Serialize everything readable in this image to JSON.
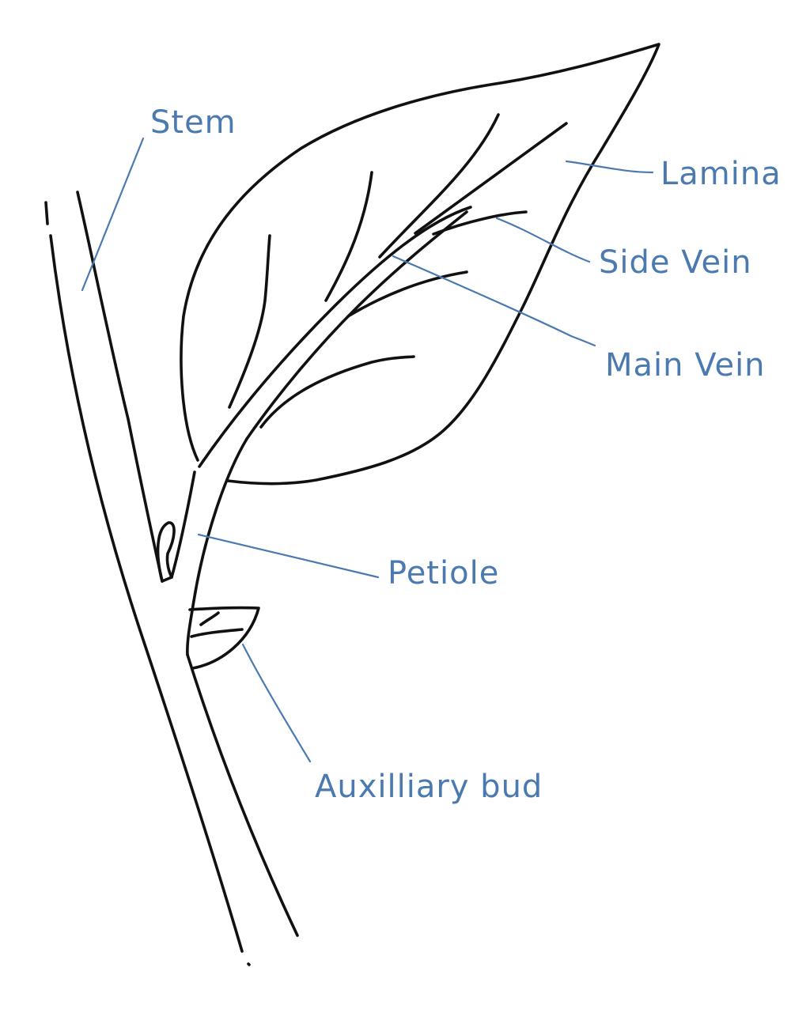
{
  "colors": {
    "ink": "#111111",
    "annotation": "#4a7ab0",
    "background": "#ffffff"
  },
  "labels": {
    "stem": "Stem",
    "lamina": "Lamina",
    "side_vein": "Side Vein",
    "main_vein": "Main Vein",
    "petiole": "Petiole",
    "auxilliary_bud": "Auxilliary bud"
  }
}
